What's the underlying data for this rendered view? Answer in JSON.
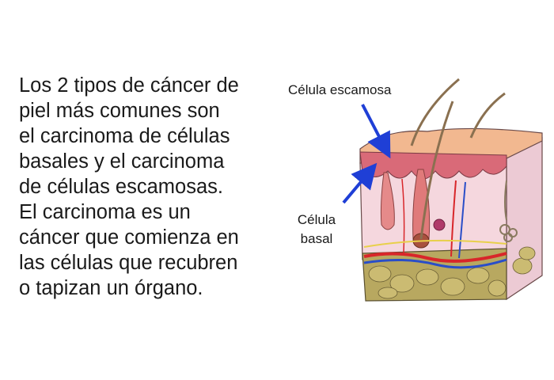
{
  "paragraph_lines": [
    "Los 2 tipos de cáncer de",
    "piel más comunes son",
    "el carcinoma de células",
    "basales y el carcinoma",
    "de células escamosas.",
    "El carcinoma es un",
    "cáncer que comienza en",
    "las células que recubren",
    "o tapizan un órgano."
  ],
  "diagram": {
    "label_squamous": "Célula escamosa",
    "label_basal_line1": "Célula",
    "label_basal_line2": "basal",
    "colors": {
      "arrow": "#1f3fd6",
      "epidermis_top": "#f2b890",
      "dermis": "#f5d7de",
      "fat": "#b8a860",
      "artery": "#d8262a",
      "vein": "#2a4ec8"
    }
  }
}
